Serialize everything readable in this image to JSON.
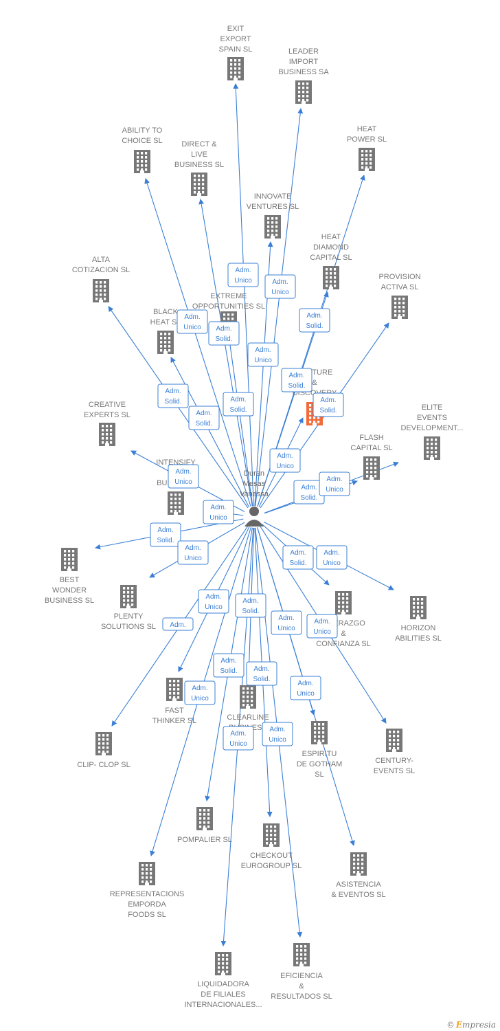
{
  "center": {
    "label": [
      "Duran",
      "Mesas",
      "Vanessa"
    ]
  },
  "companies": [
    {
      "id": "exit",
      "label": [
        "EXIT",
        "EXPORT",
        "SPAIN SL"
      ]
    },
    {
      "id": "leader",
      "label": [
        "LEADER",
        "IMPORT",
        "BUSINESS SA"
      ]
    },
    {
      "id": "ability",
      "label": [
        "ABILITY TO",
        "CHOICE SL"
      ]
    },
    {
      "id": "direct",
      "label": [
        "DIRECT &",
        "LIVE",
        "BUSINESS SL"
      ]
    },
    {
      "id": "heatpower",
      "label": [
        "HEAT",
        "POWER SL"
      ]
    },
    {
      "id": "innovate",
      "label": [
        "INNOVATE",
        "VENTURES SL"
      ]
    },
    {
      "id": "heatdiamond",
      "label": [
        "HEAT",
        "DIAMOND",
        "CAPITAL SL"
      ]
    },
    {
      "id": "alta",
      "label": [
        "ALTA",
        "COTIZACION SL"
      ]
    },
    {
      "id": "provision",
      "label": [
        "PROVISION",
        "ACTIVA SL"
      ]
    },
    {
      "id": "extreme",
      "label": [
        "EXTREME",
        "OPPORTUNITIES SL"
      ]
    },
    {
      "id": "blackheat",
      "label": [
        "BLACK",
        "HEAT SL"
      ]
    },
    {
      "id": "venture",
      "label": [
        "VENTURE",
        "&",
        "DISCOVERY"
      ],
      "highlight": true
    },
    {
      "id": "creative",
      "label": [
        "CREATIVE",
        "EXPERTS  SL"
      ]
    },
    {
      "id": "elite",
      "label": [
        "ELITE",
        "EVENTS",
        "DEVELOPMENT..."
      ]
    },
    {
      "id": "flash",
      "label": [
        "FLASH",
        "CAPITAL SL"
      ]
    },
    {
      "id": "intensify",
      "label": [
        "INTENSIFY",
        "THE",
        "BUSINESS"
      ]
    },
    {
      "id": "best",
      "label": [
        "BEST",
        "WONDER",
        "BUSINESS SL"
      ]
    },
    {
      "id": "plenty",
      "label": [
        "PLENTY",
        "SOLUTIONS SL"
      ]
    },
    {
      "id": "liderazgo",
      "label": [
        "LIDERAZGO",
        "&",
        "CONFIANZA SL"
      ]
    },
    {
      "id": "horizon",
      "label": [
        "HORIZON",
        "ABILITIES SL"
      ]
    },
    {
      "id": "fast",
      "label": [
        "FAST",
        "THINKER  SL"
      ]
    },
    {
      "id": "clearline",
      "label": [
        "CLEARLINE",
        "BUSINESS"
      ]
    },
    {
      "id": "clip",
      "label": [
        "CLIP- CLOP SL"
      ]
    },
    {
      "id": "espiritu",
      "label": [
        "ESPIRITU",
        "DE GOTHAM",
        "SL"
      ]
    },
    {
      "id": "century",
      "label": [
        "CENTURY-",
        "EVENTS  SL"
      ]
    },
    {
      "id": "pompalier",
      "label": [
        "POMPALIER SL"
      ]
    },
    {
      "id": "checkout",
      "label": [
        "CHECKOUT",
        "EUROGROUP SL"
      ]
    },
    {
      "id": "asistencia",
      "label": [
        "ASISTENCIA",
        "& EVENTOS  SL"
      ]
    },
    {
      "id": "representacions",
      "label": [
        "REPRESENTACIONS",
        "EMPORDA",
        "FOODS  SL"
      ]
    },
    {
      "id": "liquidadora",
      "label": [
        "LIQUIDADORA",
        "DE FILIALES",
        "INTERNACIONALES..."
      ]
    },
    {
      "id": "eficiencia",
      "label": [
        "EFICIENCIA",
        "&",
        "RESULTADOS SL"
      ]
    }
  ],
  "roles": [
    {
      "text": [
        "Adm.",
        "Unico"
      ]
    },
    {
      "text": [
        "Adm.",
        "Unico"
      ]
    },
    {
      "text": [
        "Adm.",
        "Solid."
      ]
    },
    {
      "text": [
        "Adm.",
        "Unico"
      ]
    },
    {
      "text": [
        "Adm.",
        "Solid."
      ]
    },
    {
      "text": [
        "Adm.",
        "Unico"
      ]
    },
    {
      "text": [
        "Adm.",
        "Solid."
      ]
    },
    {
      "text": [
        "Adm.",
        "Solid."
      ]
    },
    {
      "text": [
        "Adm.",
        "Solid."
      ]
    },
    {
      "text": [
        "Adm.",
        "Solid."
      ]
    },
    {
      "text": [
        "Adm.",
        "Solid."
      ]
    },
    {
      "text": [
        "Adm.",
        "Unico"
      ]
    },
    {
      "text": [
        "Adm.",
        "Unico"
      ]
    },
    {
      "text": [
        "Adm.",
        "Solid."
      ]
    },
    {
      "text": [
        "Adm.",
        "Unico"
      ]
    },
    {
      "text": [
        "Adm.",
        "Unico"
      ]
    },
    {
      "text": [
        "Adm.",
        "Solid."
      ]
    },
    {
      "text": [
        "Adm.",
        "Unico"
      ]
    },
    {
      "text": [
        "Adm.",
        "Solid."
      ]
    },
    {
      "text": [
        "Adm.",
        "Unico"
      ]
    },
    {
      "text": [
        "Adm.",
        "Unico"
      ]
    },
    {
      "text": [
        "Adm.",
        "Solid."
      ]
    },
    {
      "text": [
        "Adm.",
        "Unico"
      ]
    },
    {
      "text": [
        "Adm.",
        "Unico"
      ]
    },
    {
      "text": [
        "Adm."
      ]
    },
    {
      "text": [
        "Adm.",
        "Solid."
      ]
    },
    {
      "text": [
        "Adm.",
        "Solid."
      ]
    },
    {
      "text": [
        "Adm.",
        "Unico"
      ]
    },
    {
      "text": [
        "Adm.",
        "Unico"
      ]
    },
    {
      "text": [
        "Adm.",
        "Unico"
      ]
    },
    {
      "text": [
        "Adm.",
        "Unico"
      ]
    }
  ],
  "footer": {
    "copyright": "©",
    "brand_initial": "E",
    "brand_rest": "mpresia"
  },
  "colors": {
    "edge": "#3a7fd5",
    "building": "#777777",
    "highlight": "#f26b3a"
  }
}
